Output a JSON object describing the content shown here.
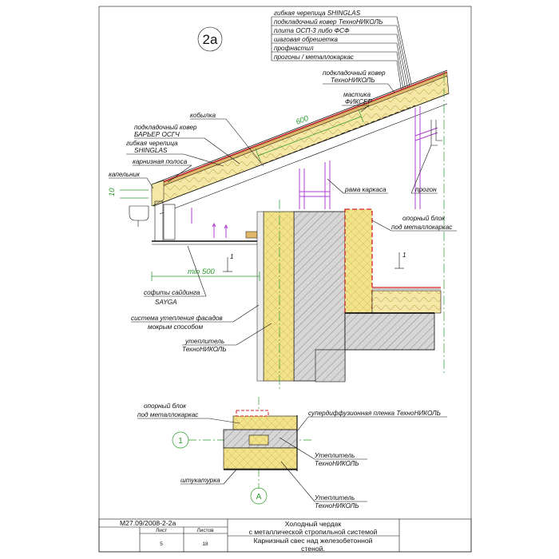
{
  "sheet_number": "2а",
  "top_stack_labels": [
    "гибкая черепица SHINGLAS",
    "подкладочный ковер ТехноНИКОЛЬ",
    "плита ОСП-3 либо ФСФ",
    "шаговая обрешетка",
    "профнастил",
    "прогоны / металлокаркас"
  ],
  "labels": {
    "underlay_right_1": "подкладочный ковер",
    "underlay_right_2": "ТехноНИКОЛЬ",
    "mastic_1": "мастика",
    "mastic_2": "ФИКСЕР",
    "kobylka": "кобылка",
    "underlay_left_1": "подкладочный ковер",
    "underlay_left_2": "БАРЬЕР ОСГЧ",
    "shingle_left_1": "гибкая черепица",
    "shingle_left_2": "SHINGLAS",
    "eave_strip": "карнизная полоса",
    "drip": "капельник",
    "frame": "рама каркаса",
    "purlin": "прогон",
    "support_1": "опорный блок",
    "support_2": "под металлокаркас",
    "soffit_1": "софиты сайдинга",
    "soffit_2": "SAYGA",
    "facade_1": "система утепления фасадов",
    "facade_2": "мокрым способом",
    "insul_1": "утеплитель",
    "insul_2": "ТехноНИКОЛЬ",
    "detail_support_1": "опорный блок",
    "detail_support_2": "под металлокаркас",
    "membrane": "супердиффузионная пленка ТехноНИКОЛЬ",
    "detail_insul_a_1": "Утеплитель",
    "detail_insul_a_2": "ТехноНИКОЛЬ",
    "plaster": "штукатурка",
    "detail_insul_b_1": "Утеплитель",
    "detail_insul_b_2": "ТехноНИКОЛЬ"
  },
  "dimensions": {
    "span": "600",
    "overhang": "min 500",
    "drip_size": "10",
    "section_mark": "1"
  },
  "markers": {
    "axis_1": "1",
    "axis_a": "А"
  },
  "title_block": {
    "code": "М27.09/2008-2-2а",
    "title_1": "Холодный чердак",
    "title_2": "с металлической стропильной системой",
    "sheet_header": "Лист",
    "sheets_header": "Листов",
    "sheet_value": "5",
    "sheets_value": "18",
    "desc_1": "Карнизный свес над железобетонной",
    "desc_2": "стеной."
  },
  "colors": {
    "line": "#111111",
    "dimension": "#2a9a2a",
    "frame": "#b040d0",
    "insulation": "#f2e38a",
    "concrete": "#c9c9c9",
    "red_layer": "#d42020",
    "osb": "#e2b96a"
  }
}
